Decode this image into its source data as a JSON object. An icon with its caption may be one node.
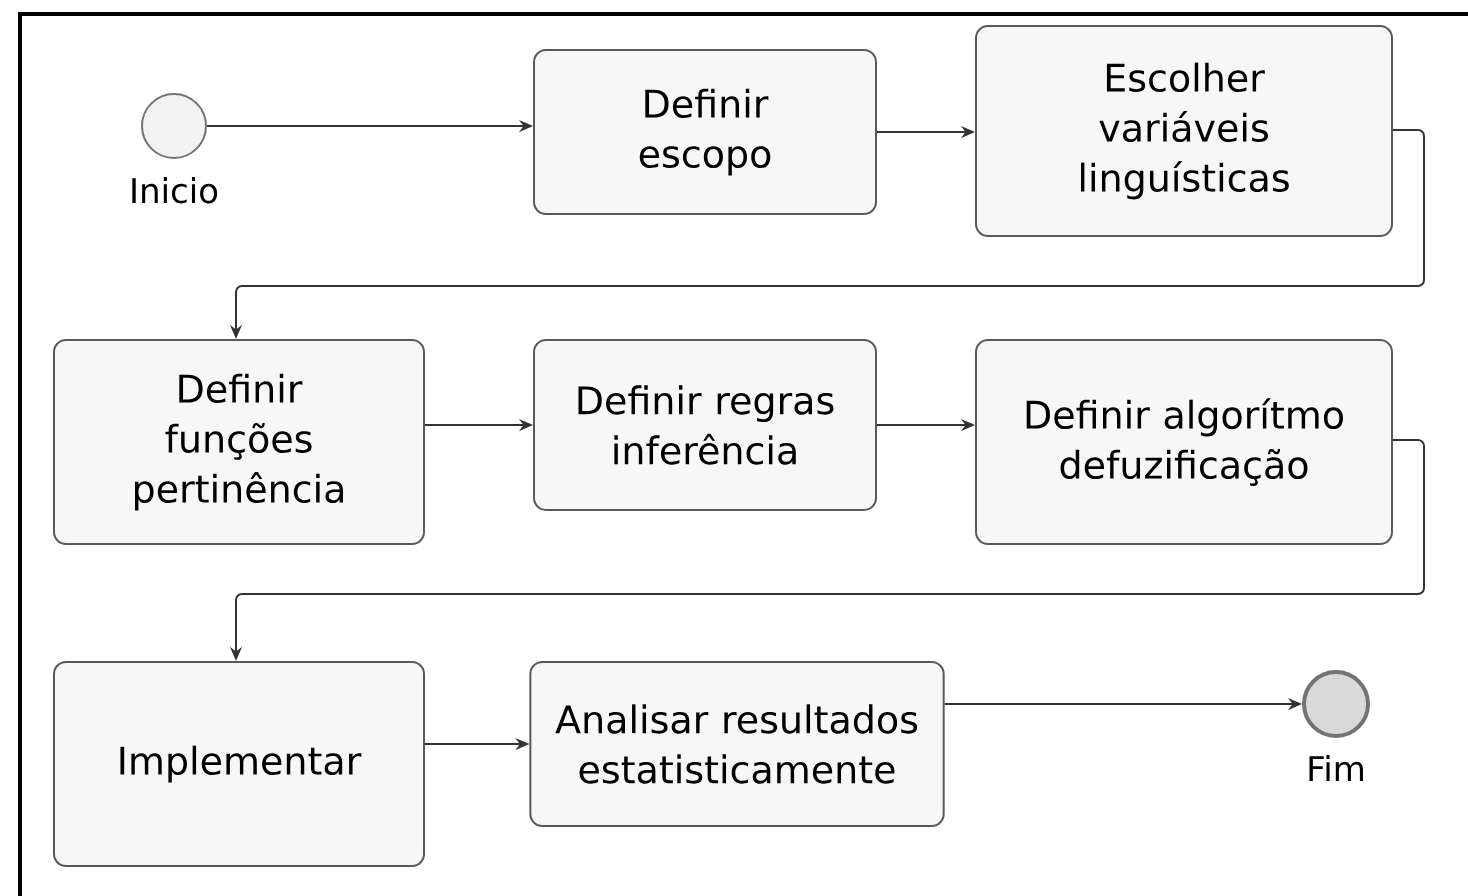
{
  "diagram": {
    "nodes": [
      {
        "text": [],
        "shape": "circle",
        "beside": [
          "Inicio"
        ]
      },
      {
        "text": [
          "Definir escopo"
        ]
      },
      {
        "text": [
          "Escolher variáveis linguísticas"
        ]
      },
      {
        "text": [
          "Definir funções pertinência"
        ]
      },
      {
        "text": [
          "Definir regras inferência"
        ]
      },
      {
        "text": [
          "Definir algorítmo defuzificação"
        ]
      },
      {
        "text": [
          "Implementar"
        ]
      },
      {
        "text": [
          "Analisar resultados estatisticamente"
        ]
      },
      {
        "text": [],
        "shape": "circle",
        "beside": [
          "Fim"
        ]
      }
    ],
    "edges": [
      {
        "from": 0,
        "to": 1,
        "arrow": "to"
      },
      {
        "from": 1,
        "to": 2,
        "arrow": "to"
      },
      {
        "from": 2,
        "to": 3,
        "arrow": "to"
      },
      {
        "from": 3,
        "to": 4,
        "arrow": "to"
      },
      {
        "from": 4,
        "to": 5,
        "arrow": "to"
      },
      {
        "from": 5,
        "to": 6,
        "arrow": "to"
      },
      {
        "from": 6,
        "to": 7,
        "arrow": "to"
      },
      {
        "from": 7,
        "to": 8,
        "arrow": "to"
      }
    ]
  }
}
